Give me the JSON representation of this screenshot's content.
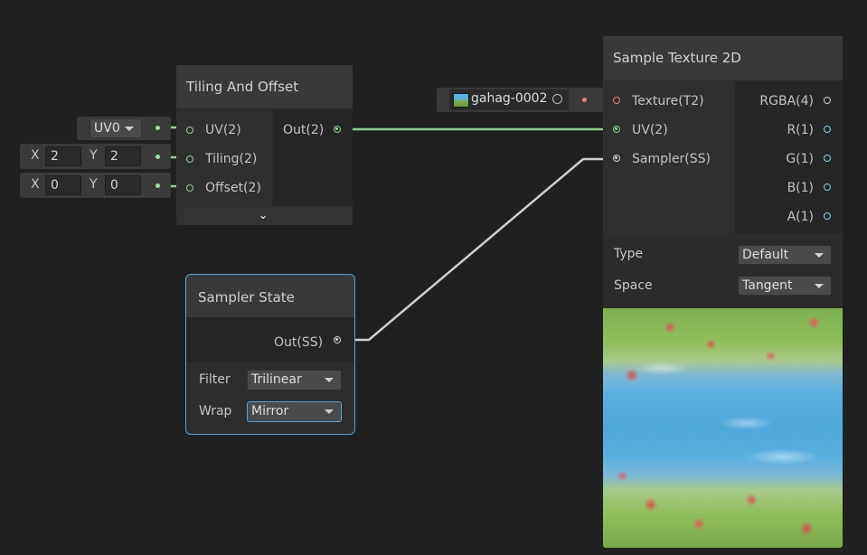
{
  "tiling_node": {
    "title": "Tiling And Offset",
    "inputs": [
      "UV(2)",
      "Tiling(2)",
      "Offset(2)"
    ],
    "output": "Out(2)"
  },
  "uv_inline": {
    "value": "UV0"
  },
  "tiling_inline": {
    "x_label": "X",
    "x": "2",
    "y_label": "Y",
    "y": "2"
  },
  "offset_inline": {
    "x_label": "X",
    "x": "0",
    "y_label": "Y",
    "y": "0"
  },
  "texture_asset": {
    "name": "gahag-0002"
  },
  "sample_node": {
    "title": "Sample Texture 2D",
    "inputs": [
      "Texture(T2)",
      "UV(2)",
      "Sampler(SS)"
    ],
    "outputs": [
      "RGBA(4)",
      "R(1)",
      "G(1)",
      "B(1)",
      "A(1)"
    ],
    "type_label": "Type",
    "type_value": "Default",
    "space_label": "Space",
    "space_value": "Tangent"
  },
  "sampler_node": {
    "title": "Sampler State",
    "output": "Out(SS)",
    "filter_label": "Filter",
    "filter_value": "Trilinear",
    "wrap_label": "Wrap",
    "wrap_value": "Mirror"
  },
  "colors": {
    "vector2_port": "#8cd28c",
    "sampler_port": "#cfcfcf",
    "texture_port": "#f08080",
    "float_port": "#7ed4e6",
    "selection": "#4aa8e8"
  }
}
